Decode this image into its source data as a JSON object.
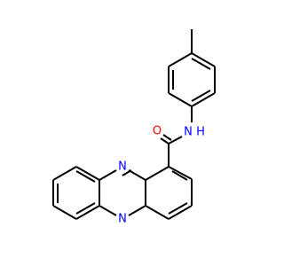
{
  "molecule": {
    "atoms": {
      "oxygen": "O",
      "amide_nitrogen": "N",
      "amide_hydrogen": "H",
      "ring_nitrogen_top": "N",
      "ring_nitrogen_bottom": "N"
    },
    "colors": {
      "oxygen": "#ff0000",
      "nitrogen": "#0000ff",
      "bond": "#000000",
      "background": "#ffffff"
    }
  }
}
